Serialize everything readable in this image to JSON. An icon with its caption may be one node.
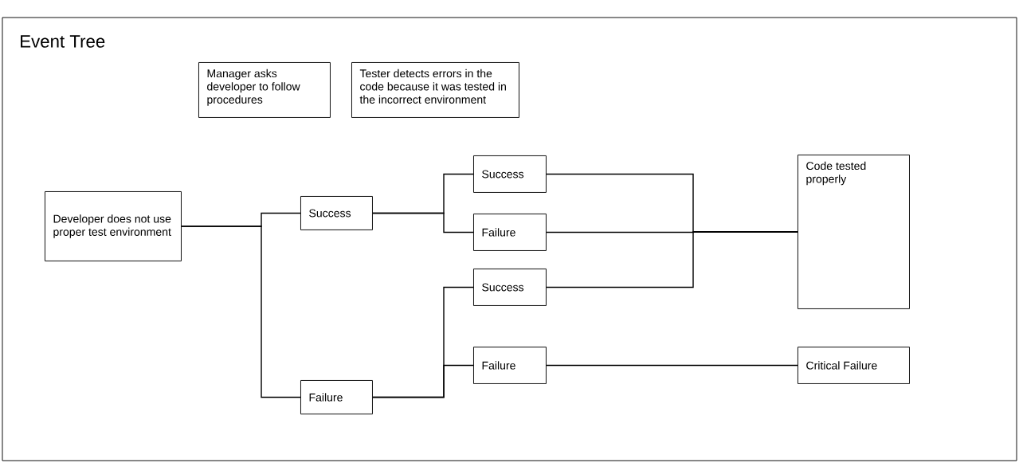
{
  "diagram": {
    "title": "Event Tree",
    "nodes": [
      {
        "text": [
          "Manager asks developer to follow procedures"
        ]
      },
      {
        "text": [
          "Tester detects errors in the code because it was tested in the incorrect environment"
        ]
      },
      {
        "text": [
          "Developer does not use proper test environment"
        ]
      },
      {
        "text": [
          "Success"
        ]
      },
      {
        "text": [
          "Failure"
        ]
      },
      {
        "text": [
          "Success"
        ]
      },
      {
        "text": [
          "Failure"
        ]
      },
      {
        "text": [
          "Success"
        ]
      },
      {
        "text": [
          "Failure"
        ]
      },
      {
        "text": [
          "Code tested properly"
        ]
      },
      {
        "text": [
          "Critical Failure"
        ]
      }
    ],
    "edges": [
      {
        "from": 2,
        "to": 3,
        "arrow": "none"
      },
      {
        "from": 2,
        "to": 4,
        "arrow": "none"
      },
      {
        "from": 3,
        "to": 5,
        "arrow": "none"
      },
      {
        "from": 3,
        "to": 6,
        "arrow": "none"
      },
      {
        "from": 4,
        "to": 7,
        "arrow": "none"
      },
      {
        "from": 4,
        "to": 8,
        "arrow": "none"
      },
      {
        "from": 5,
        "to": 9,
        "arrow": "none"
      },
      {
        "from": 6,
        "to": 9,
        "arrow": "none"
      },
      {
        "from": 7,
        "to": 9,
        "arrow": "none"
      },
      {
        "from": 8,
        "to": 10,
        "arrow": "none"
      }
    ]
  }
}
